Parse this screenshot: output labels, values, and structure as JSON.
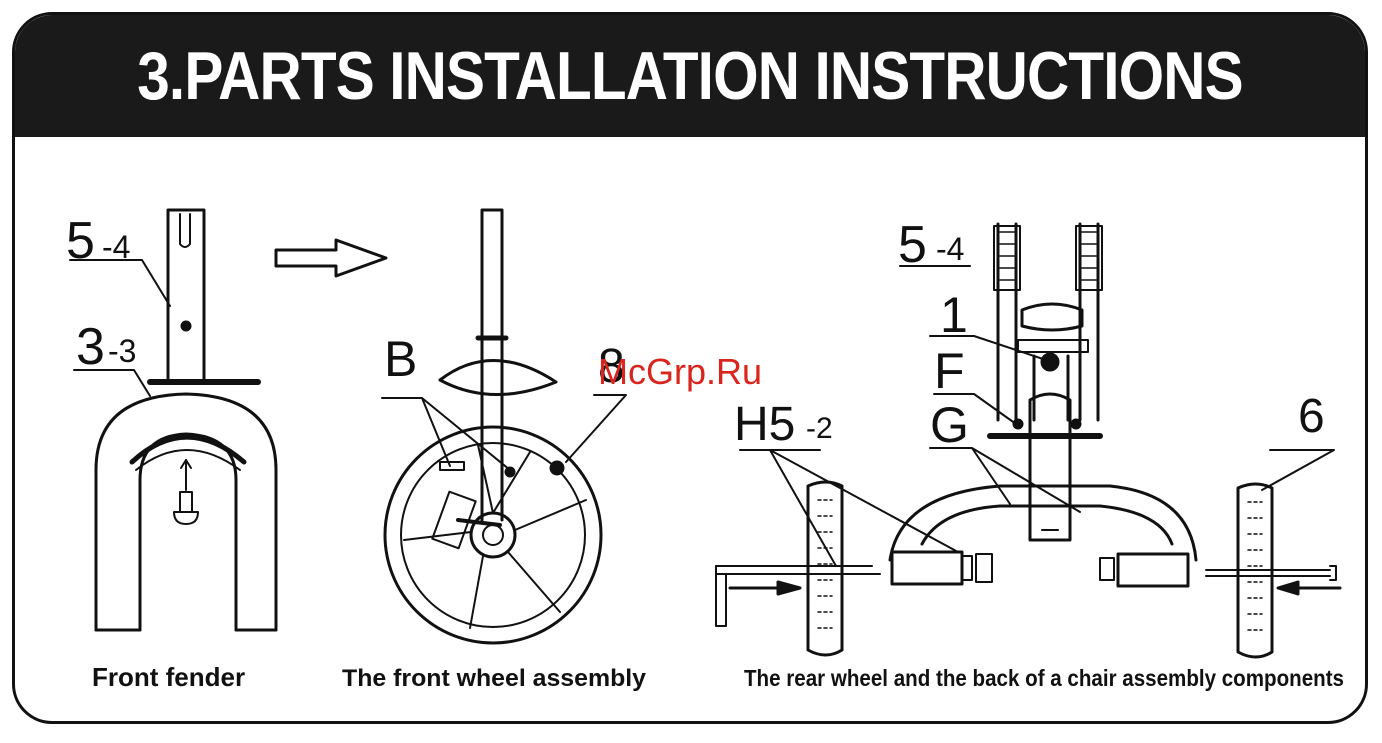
{
  "header": {
    "title": "3.PARTS INSTALLATION INSTRUCTIONS"
  },
  "labels": {
    "p5_4_left": {
      "main": "5",
      "sub": "-4"
    },
    "p3_3": {
      "main": "3",
      "sub": "-3"
    },
    "pB": "B",
    "p8": "8",
    "p5_4_right": {
      "main": "5",
      "sub": "-4"
    },
    "p1": "1",
    "pF": "F",
    "pG": "G",
    "pH5_2": {
      "main": "H5",
      "sub": "-2"
    },
    "p6": "6"
  },
  "captions": {
    "front_fender": "Front fender",
    "front_wheel": "The front wheel assembly",
    "rear_wheel": "The rear wheel and the back of a chair assembly components"
  },
  "watermark": "McGrp.Ru",
  "colors": {
    "ink": "#111111",
    "header_bg": "#1a1a1a",
    "watermark": "#d9251d"
  }
}
